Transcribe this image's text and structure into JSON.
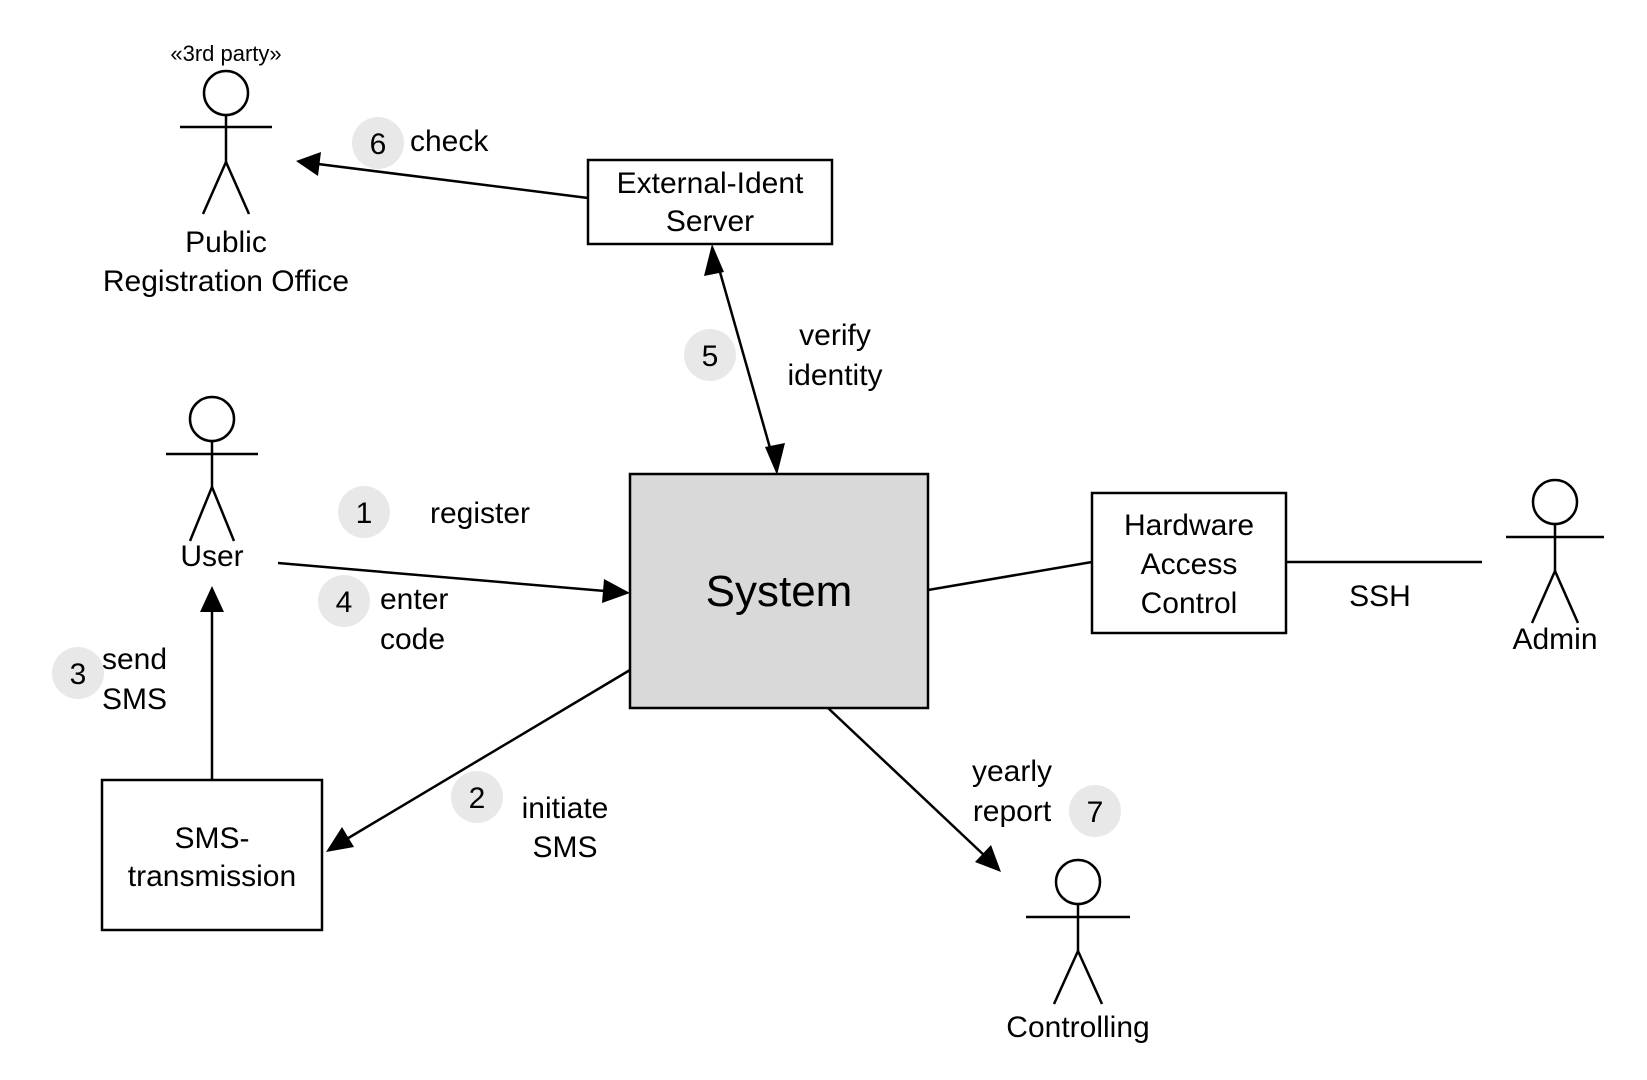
{
  "colors": {
    "system_fill": "#d9d9d9",
    "badge_fill": "#e8e8e8",
    "stroke": "#000000",
    "background": "#ffffff"
  },
  "actors": {
    "public_office": {
      "stereotype": "«3rd party»",
      "line1": "Public",
      "line2": "Registration Office"
    },
    "user": {
      "label": "User"
    },
    "admin": {
      "label": "Admin"
    },
    "controlling": {
      "label": "Controlling"
    }
  },
  "boxes": {
    "system": {
      "label": "System"
    },
    "external_ident": {
      "line1": "External-Ident",
      "line2": "Server"
    },
    "hardware": {
      "line1": "Hardware",
      "line2": "Access",
      "line3": "Control"
    },
    "sms": {
      "line1": "SMS-",
      "line2": "transmission"
    }
  },
  "steps": [
    {
      "number": "1",
      "line1": "register"
    },
    {
      "number": "2",
      "line1": "initiate",
      "line2": "SMS"
    },
    {
      "number": "3",
      "line1": "send",
      "line2": "SMS"
    },
    {
      "number": "4",
      "line1": "enter",
      "line2": "code"
    },
    {
      "number": "5",
      "line1": "verify",
      "line2": "identity"
    },
    {
      "number": "6",
      "line1": "check"
    },
    {
      "number": "7",
      "line1": "yearly",
      "line2": "report"
    }
  ],
  "connections": {
    "ssh_label": "SSH"
  }
}
